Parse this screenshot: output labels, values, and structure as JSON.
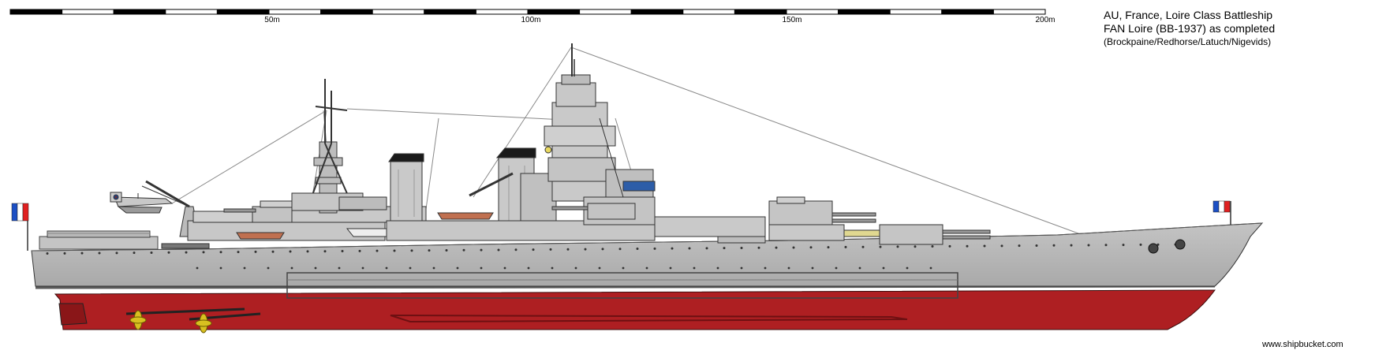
{
  "scale": {
    "labels": [
      "50m",
      "100m",
      "150m",
      "200m"
    ]
  },
  "title": {
    "line1": "AU, France, Loire Class Battleship",
    "line2": "FAN Loire (BB-1937) as completed",
    "line3": "(Brockpaine/Redhorse/Latuch/Nigevids)"
  },
  "watermark": "www.shipbucket.com",
  "colors": {
    "hull_grey": "#b5b5b5",
    "superstructure_grey": "#c7c7c7",
    "below_waterline_red": "#ae1f22",
    "funnel_cap": "#1a1a1a",
    "propeller_yellow": "#d8c020",
    "flag_blue": "#1c4fc4",
    "flag_red": "#e02020"
  }
}
